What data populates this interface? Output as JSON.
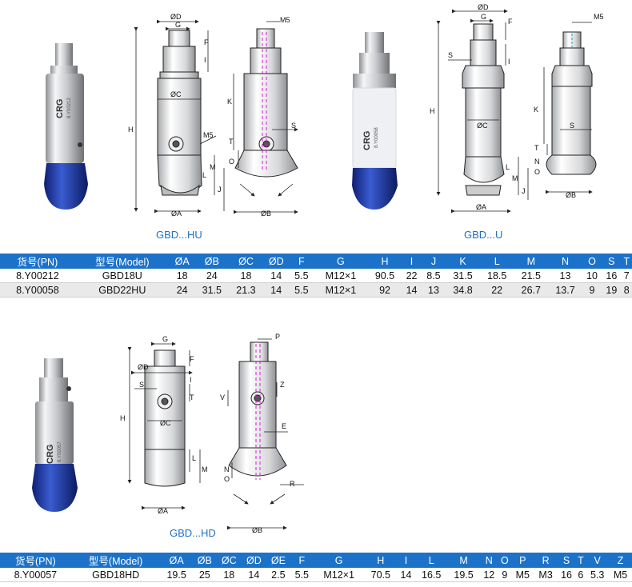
{
  "section_hu": {
    "caption": "GBD...HU",
    "dims": {
      "D": "ØD",
      "G": "G",
      "F": "F",
      "I": "I",
      "C": "ØC",
      "H": "H",
      "M5a": "M5",
      "K": "K",
      "S": "S",
      "T": "T",
      "O": "O",
      "M": "M",
      "L": "L",
      "J": "J",
      "A": "ØA",
      "B": "ØB",
      "M5b": "M5"
    }
  },
  "section_u": {
    "caption": "GBD...U",
    "dims": {
      "D": "ØD",
      "G": "G",
      "F": "F",
      "S": "S",
      "I": "I",
      "H": "H",
      "C": "ØC",
      "L": "L",
      "M": "M",
      "J": "J",
      "A": "ØA",
      "M5": "M5",
      "K": "K",
      "S2": "S",
      "T": "T",
      "N": "N",
      "O": "O",
      "B": "ØB"
    }
  },
  "section_hd": {
    "caption": "GBD...HD",
    "dims": {
      "G": "G",
      "F": "F",
      "D": "ØD",
      "S": "S",
      "I": "I",
      "T": "T",
      "H": "H",
      "C": "ØC",
      "L": "L",
      "M": "M",
      "A": "ØA",
      "P": "P",
      "Z": "Z",
      "V": "V",
      "E": "E",
      "N": "N",
      "O": "O",
      "R": "R",
      "B": "ØB"
    }
  },
  "product_label": {
    "brand": "CRG",
    "pn1": "8.Y00212",
    "pn2": "8.Y00058",
    "pn3": "8.Y00057"
  },
  "table1": {
    "headers": [
      "货号(PN)",
      "型号(Model)",
      "ØA",
      "ØB",
      "ØC",
      "ØD",
      "F",
      "G",
      "H",
      "I",
      "J",
      "K",
      "L",
      "M",
      "N",
      "O",
      "S",
      "T"
    ],
    "rows": [
      [
        "8.Y00212",
        "GBD18U",
        "18",
        "24",
        "18",
        "14",
        "5.5",
        "M12×1",
        "90.5",
        "22",
        "8.5",
        "31.5",
        "18.5",
        "21.5",
        "13",
        "10",
        "16",
        "7"
      ],
      [
        "8.Y00058",
        "GBD22HU",
        "24",
        "31.5",
        "21.3",
        "14",
        "5.5",
        "M12×1",
        "92",
        "14",
        "13",
        "34.8",
        "22",
        "26.7",
        "13.7",
        "9",
        "19",
        "8"
      ]
    ]
  },
  "table2": {
    "headers": [
      "货号(PN)",
      "型号(Model)",
      "ØA",
      "ØB",
      "ØC",
      "ØD",
      "ØE",
      "F",
      "G",
      "H",
      "I",
      "L",
      "M",
      "N",
      "O",
      "P",
      "R",
      "S",
      "T",
      "V",
      "Z"
    ],
    "rows": [
      [
        "8.Y00057",
        "GBD18HD",
        "19.5",
        "25",
        "18",
        "14",
        "2.5",
        "5.5",
        "M12×1",
        "70.5",
        "14",
        "16.5",
        "19.5",
        "12",
        "9",
        "M5",
        "M3",
        "16",
        "6",
        "5.3",
        "M5"
      ]
    ]
  },
  "colors": {
    "header_blue": "#1c72c9",
    "caption_blue": "#1e6fc7",
    "cup_blue": "#1f3fa8",
    "sleeve": "#eef0f3"
  }
}
